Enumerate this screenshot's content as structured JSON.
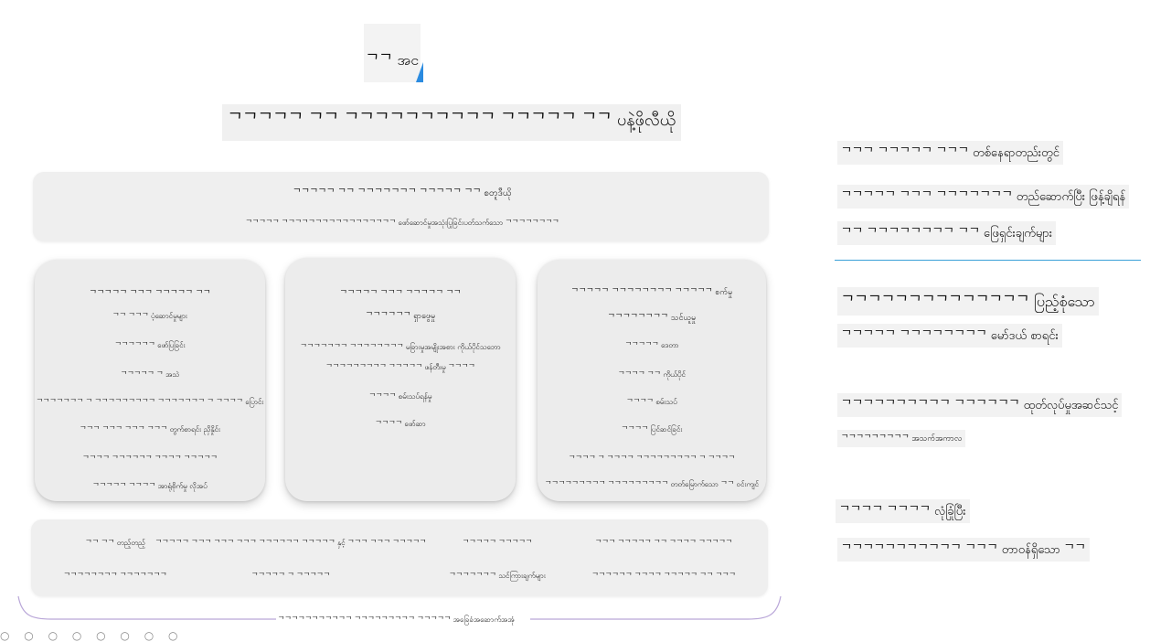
{
  "title": "ᄀᄀ အင",
  "subtitle": "ᄀᄀᄀᄀᄀ ᄀᄀ ᄀᄀᄀᄀᄀᄀᄀᄀᄀᄀ ᄀᄀᄀᄀᄀ ᄀᄀ ပနဲ့ဖိုလီယို",
  "top_panel": {
    "line1": "ᄀᄀᄀᄀᄀ ᄀᄀ ᄀᄀᄀᄀᄀᄀᄀ ᄀᄀᄀᄀᄀ ᄀᄀ စတူဒီယို",
    "line2": "ᄀᄀᄀᄀᄀ ᄀᄀᄀᄀᄀᄀᄀᄀᄀᄀᄀᄀᄀᄀᄀᄀᄀ ဖော်ဆောင်မှုအသုံးပြုခြင်းပတ်သက်သော ᄀᄀᄀᄀᄀᄀᄀᄀ"
  },
  "left_tab": {
    "items": [
      "ᄀᄀᄀᄀᄀ ᄀᄀᄀ ᄀᄀᄀᄀᄀ ᄀᄀ",
      "ᄀᄀ ᄀᄀᄀ ပံ့ဆောင်မှုများ",
      "ᄀᄀᄀᄀᄀᄀ ဖော်ပြခြင်း",
      "ᄀᄀᄀᄀᄀ ᄀ အသဲ",
      "ᄀᄀᄀᄀᄀᄀᄀ ᄀ ᄀᄀᄀᄀᄀᄀᄀᄀᄀ ᄀᄀᄀᄀᄀᄀᄀ ᄀ ᄀᄀᄀᄀ ပြောင်း",
      "ᄀᄀᄀ ᄀᄀᄀ ᄀᄀᄀ ᄀᄀᄀ တွက်စာရင်း ညှိနှိုင်း",
      "ᄀᄀᄀᄀ ᄀᄀᄀᄀᄀᄀ ᄀᄀᄀᄀ ᄀᄀᄀᄀᄀ",
      "ᄀᄀᄀᄀᄀ ᄀᄀᄀᄀ အာရုံစိုက်မှု လိုအပ်"
    ]
  },
  "mid_tab": {
    "items": [
      "ᄀᄀᄀᄀᄀ ᄀᄀᄀ ᄀᄀᄀᄀᄀ ᄀᄀ",
      "ᄀᄀᄀᄀᄀᄀ ရှာဖွေမှု",
      "ᄀᄀᄀᄀᄀᄀᄀ ᄀᄀᄀᄀᄀᄀᄀᄀ မခြားမှုအမျိုးအစား ကိုယ်ပိုင်သဘော",
      "ᄀᄀᄀᄀᄀᄀᄀᄀᄀ ᄀᄀᄀᄀᄀ ဖန်တီးမှု ᄀᄀᄀᄀ",
      "ᄀᄀᄀᄀ စမ်းသပ်ရန်မှု",
      "ᄀᄀᄀᄀ ဖော်ဆာ"
    ]
  },
  "right_tab": {
    "items": [
      "ᄀᄀᄀᄀᄀ ᄀᄀᄀᄀᄀᄀᄀᄀ ᄀᄀᄀᄀᄀ စက်မှု",
      "ᄀᄀᄀᄀᄀᄀᄀᄀ သင်ယူမှု",
      "ᄀᄀᄀᄀᄀ ဒေတာ",
      "ᄀᄀᄀᄀ ᄀᄀ ကိုယ်ပိုင်",
      "ᄀᄀᄀᄀ စမ်းသပ်",
      "ᄀᄀᄀᄀ ပြင်ဆင်ခြင်း",
      "ᄀᄀᄀᄀ ᄀ ᄀᄀᄀᄀ ᄀᄀᄀᄀᄀᄀᄀᄀᄀ ᄀ ᄀᄀᄀᄀ",
      "ᄀᄀᄀᄀᄀᄀᄀᄀᄀ ᄀᄀᄀᄀᄀᄀᄀᄀᄀ တတ်မြောက်သော ᄀᄀ ဝင်းကျင်"
    ]
  },
  "bottom_panel": {
    "r1": [
      "ᄀᄀ ᄀᄀ တည့်တည့်",
      "ᄀᄀᄀᄀᄀ ᄀᄀᄀ ᄀᄀᄀ ᄀᄀᄀ ᄀᄀᄀᄀᄀᄀ ᄀᄀᄀᄀᄀ နှင့် ᄀᄀᄀ ᄀᄀᄀ ᄀᄀᄀᄀᄀ",
      "ᄀᄀᄀᄀᄀ ᄀᄀᄀᄀᄀ",
      "ᄀᄀᄀ ᄀᄀᄀᄀᄀ ᄀᄀ ᄀᄀᄀᄀ ᄀᄀᄀᄀᄀ"
    ],
    "r2": [
      "ᄀᄀᄀᄀᄀᄀᄀᄀ ᄀᄀᄀᄀᄀᄀᄀ",
      "ᄀᄀᄀᄀᄀ ᄀ ᄀᄀᄀᄀᄀ",
      "ᄀᄀᄀᄀᄀᄀᄀ သင်ကြားချက်များ",
      "ᄀᄀᄀᄀᄀᄀ ᄀᄀᄀᄀ ᄀᄀᄀᄀᄀ ᄀᄀ ᄀᄀᄀ"
    ]
  },
  "footer_caption": "ᄀᄀᄀᄀᄀᄀᄀᄀᄀᄀᄀ ᄀᄀᄀᄀᄀᄀᄀᄀᄀ ᄀᄀᄀᄀᄀ အခြေခံအဆောက်အအုံ",
  "right_column": {
    "g1": [
      "ᄀᄀᄀ ᄀᄀᄀᄀᄀ ᄀᄀᄀ တစ်နေရာတည်းတွင်",
      "ᄀᄀᄀᄀᄀ ᄀᄀᄀ ᄀᄀᄀᄀᄀᄀᄀ တည်ဆောက်ပြီး ဖြန့်ချိရန်",
      "ᄀᄀ ᄀᄀᄀᄀᄀᄀᄀᄀ ᄀᄀ ဖြေရှင်းချက်များ"
    ],
    "g2": [
      "ᄀᄀᄀᄀᄀᄀᄀᄀᄀᄀᄀᄀᄀᄀ ပြည့်စုံသော",
      "ᄀᄀᄀᄀᄀ ᄀᄀᄀᄀᄀᄀᄀᄀ မော်ဒယ် စာရင်း"
    ],
    "g3": [
      "ᄀᄀᄀᄀᄀᄀᄀᄀᄀᄀ ᄀᄀᄀᄀᄀᄀ ထုတ်လုပ်မှုအဆင်သင့်",
      "ᄀᄀᄀᄀᄀᄀᄀᄀᄀ အသက်အကာလ"
    ],
    "g4": [
      "ᄀᄀᄀᄀ ᄀᄀᄀᄀ လုံခြုံပြီး",
      "ᄀᄀᄀᄀᄀᄀᄀᄀᄀᄀᄀ ᄀᄀᄀ တာဝန်ရှိသော ᄀᄀ"
    ]
  },
  "dots": "○ ○ ○ ○ ○ ○ ○ ○"
}
